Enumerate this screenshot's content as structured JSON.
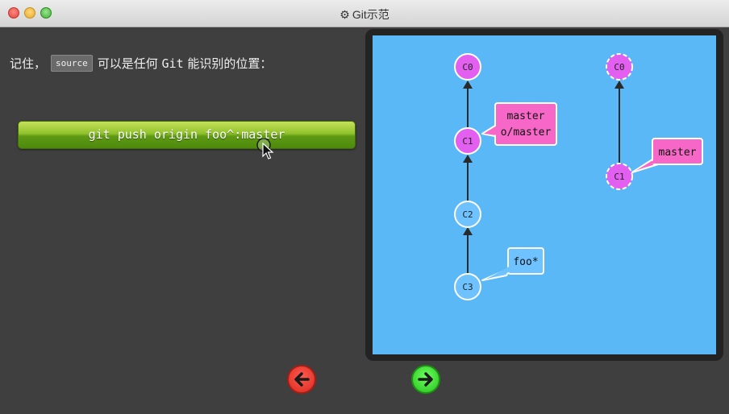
{
  "window": {
    "title": "Git示范",
    "title_icon": "gear-icon"
  },
  "instruction": {
    "prefix": "记住，",
    "code": "source",
    "middle": "可以是任何 ",
    "git": "Git",
    "suffix": " 能识别的位置："
  },
  "command": {
    "label": "git push origin foo^:master"
  },
  "local_repo": {
    "commits": [
      "C0",
      "C1",
      "C2",
      "C3"
    ],
    "branch_master": "master",
    "branch_origin_master": "o/master",
    "branch_foo": "foo*"
  },
  "remote_repo": {
    "commits": [
      "C0",
      "C1"
    ],
    "branch_master": "master"
  },
  "colors": {
    "canvas": "#5bb8f7",
    "commit_pink": "#e25ff0",
    "commit_blue": "#6ec2ff",
    "branch_pink": "#f767c7",
    "button_green": "#6fa91c",
    "back_red": "#e0342a",
    "forward_green": "#3fd933"
  },
  "nav": {
    "back_icon": "arrow-left-icon",
    "forward_icon": "arrow-right-icon"
  }
}
